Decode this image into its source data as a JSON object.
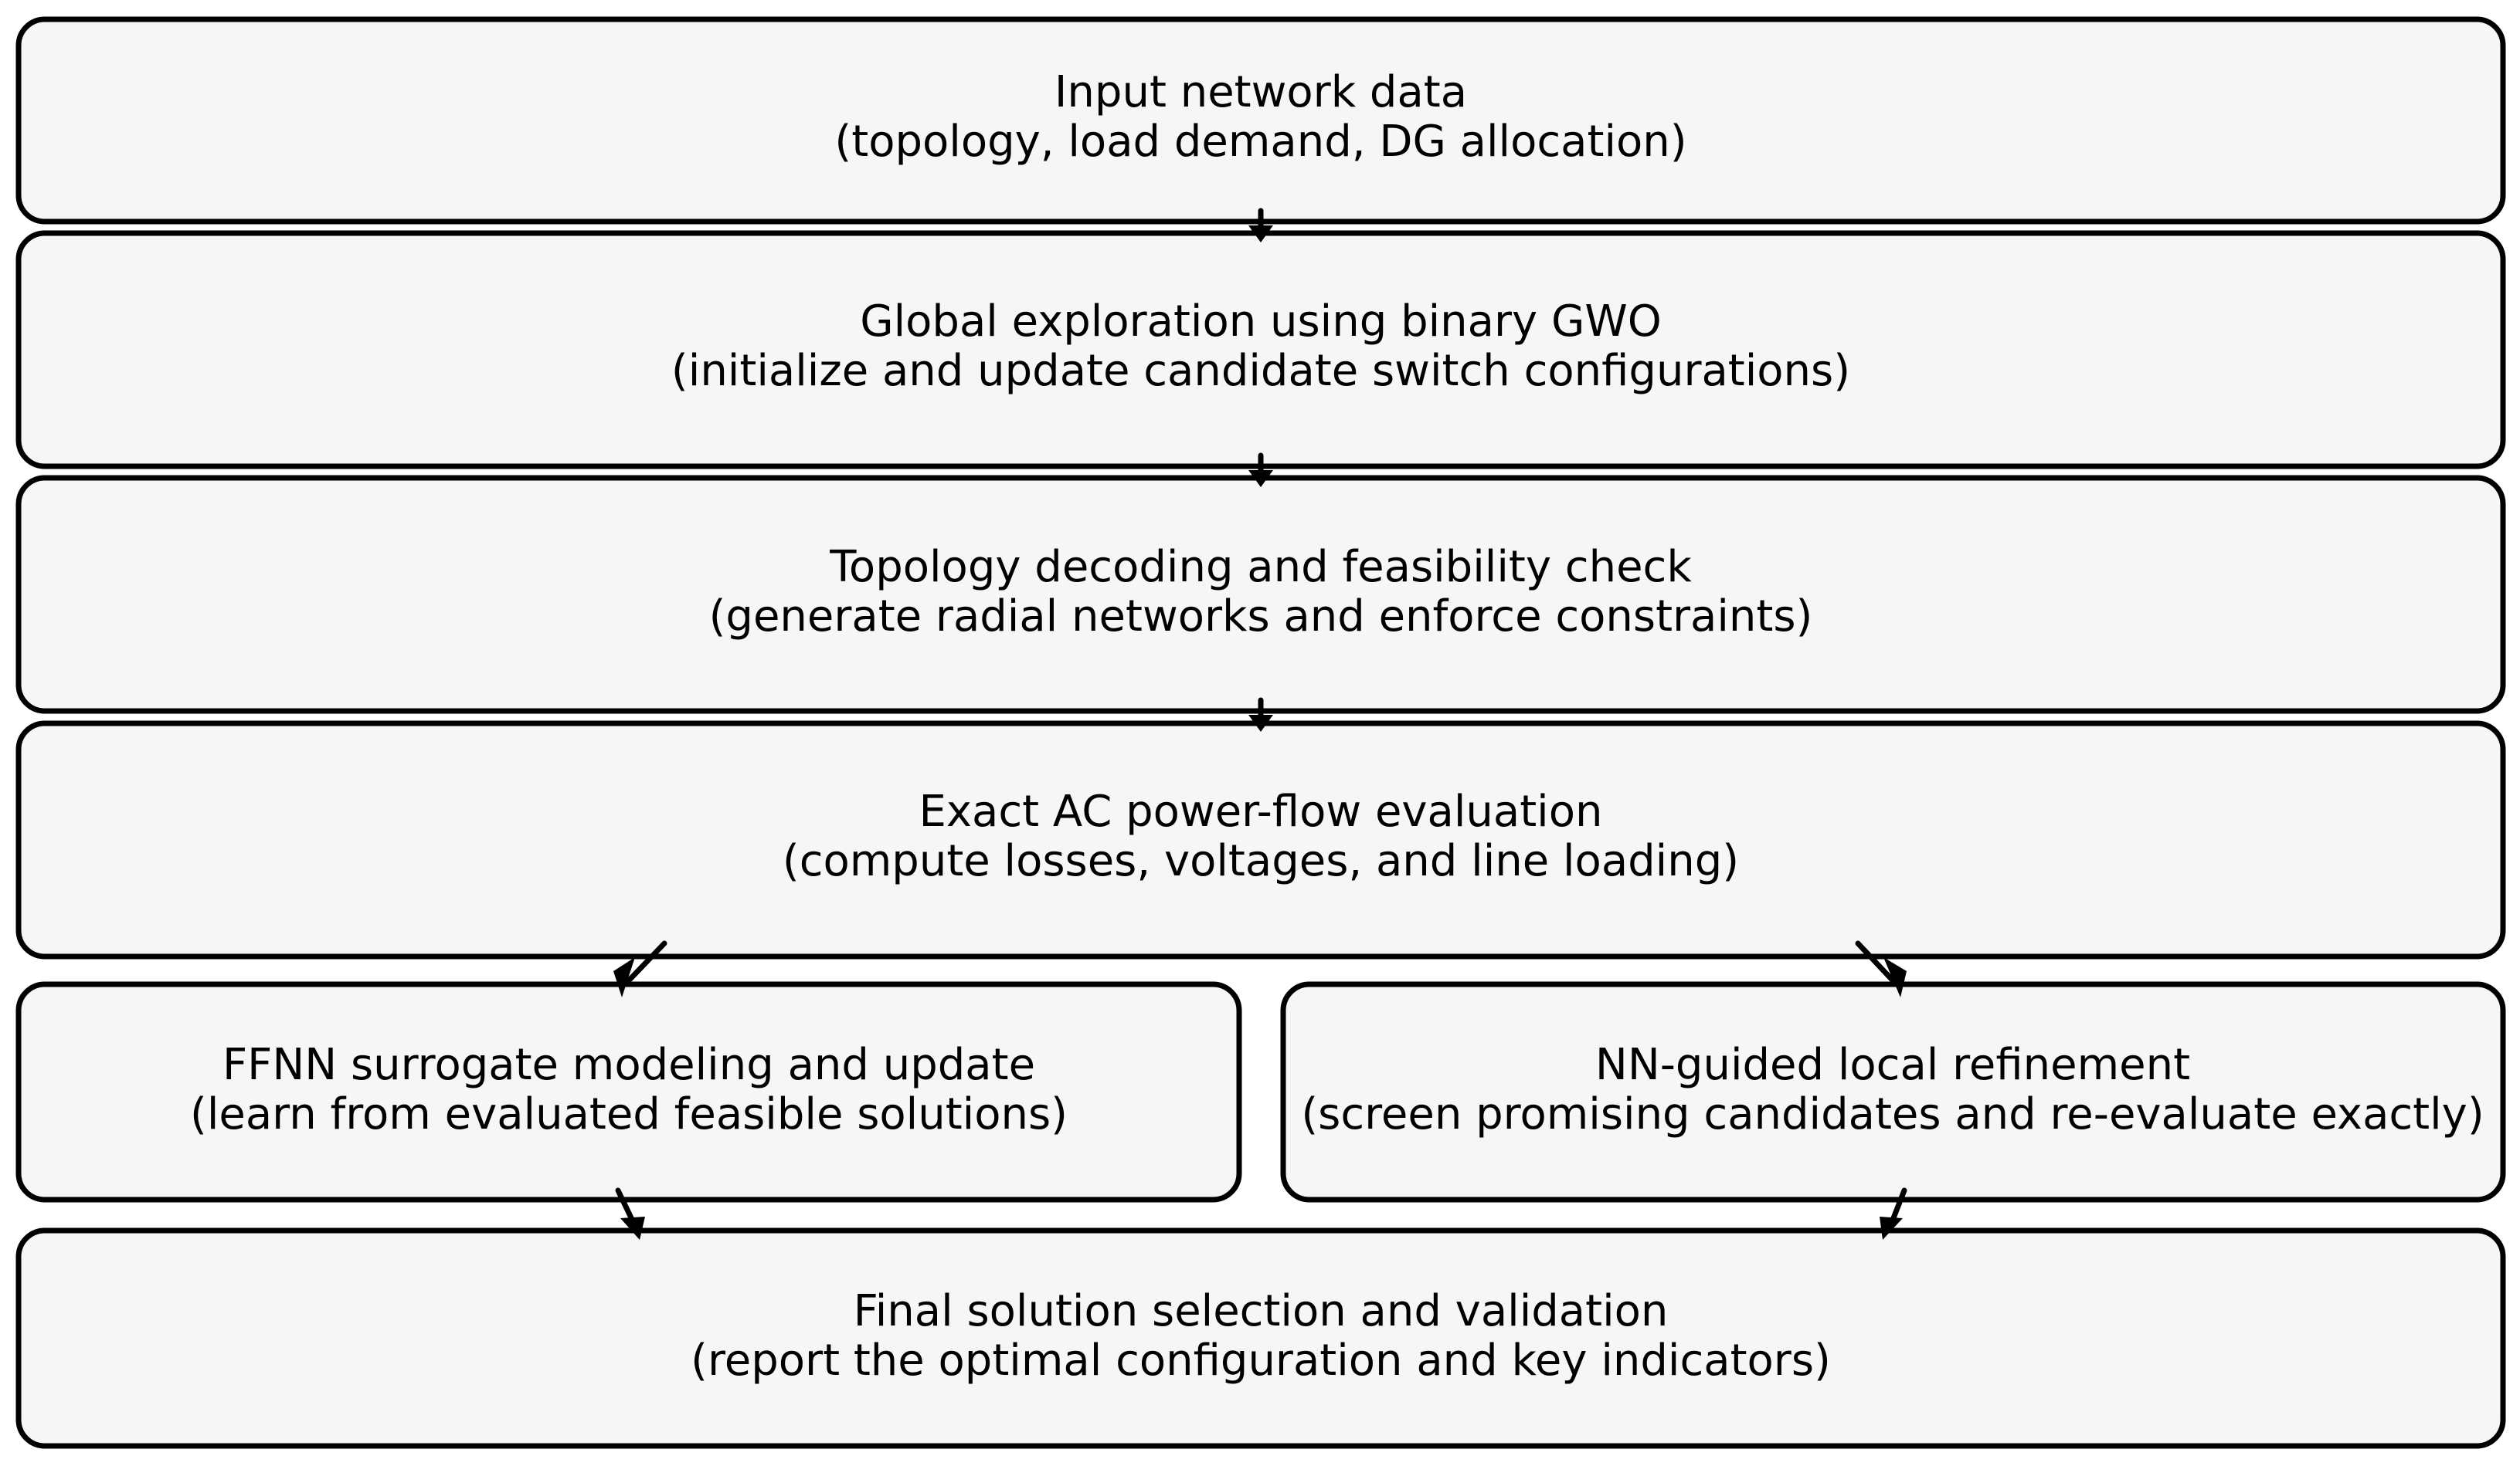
{
  "nodes": {
    "input": {
      "title": "Input network data",
      "subtitle": "(topology, load demand, DG allocation)"
    },
    "gwo": {
      "title": "Global exploration using binary GWO",
      "subtitle": "(initialize and update candidate switch configurations)"
    },
    "decoding": {
      "title": "Topology decoding and feasibility check",
      "subtitle": "(generate radial networks and enforce constraints)"
    },
    "powerflow": {
      "title": "Exact AC power-flow evaluation",
      "subtitle": "(compute losses, voltages, and line loading)"
    },
    "ffnn": {
      "title": "FFNN surrogate modeling and update",
      "subtitle": "(learn from evaluated feasible solutions)"
    },
    "refinement": {
      "title": "NN-guided local refinement",
      "subtitle": "(screen promising candidates and re-evaluate exactly)"
    },
    "final": {
      "title": "Final solution selection and validation",
      "subtitle": "(report the optimal configuration and key indicators)"
    }
  },
  "colors": {
    "box_fill": "#f6f6f6",
    "stroke": "#000000",
    "background": "#ffffff"
  }
}
